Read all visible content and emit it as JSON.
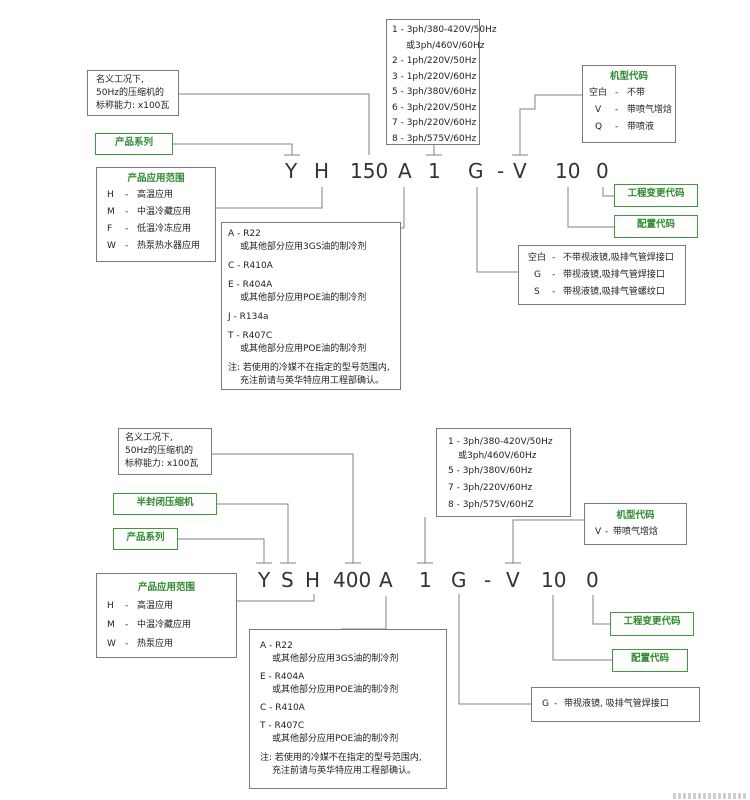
{
  "d1": {
    "capacity_note": [
      "名义工况下,",
      "50Hz的压缩机的",
      "标称能力: x100瓦"
    ],
    "series_label": "产品系列",
    "app": {
      "title": "产品应用范围",
      "items": [
        [
          "H",
          "-",
          "高温应用"
        ],
        [
          "M",
          "-",
          "中温冷藏应用"
        ],
        [
          "F",
          "-",
          "低温冷冻应用"
        ],
        [
          "W",
          "-",
          "热泵热水器应用"
        ]
      ]
    },
    "voltage": [
      "1 - 3ph/380-420V/50Hz",
      "或3ph/460V/60Hz",
      "2 - 1ph/220V/50Hz",
      "3 - 1ph/220V/60Hz",
      "5 - 3ph/380V/60Hz",
      "6 - 3ph/220V/50Hz",
      "7 - 3ph/220V/60Hz",
      "8 - 3ph/575V/60Hz"
    ],
    "model": {
      "title": "机型代码",
      "items": [
        [
          "空白",
          "-",
          "不带"
        ],
        [
          "V",
          "-",
          "带喷气增焓"
        ],
        [
          "Q",
          "-",
          "带喷液"
        ]
      ]
    },
    "code": [
      "Y",
      "H",
      "150",
      "A",
      "1",
      "G",
      "-",
      "V",
      "10",
      "0"
    ],
    "eng_label": "工程变更代码",
    "config_label": "配置代码",
    "config": [
      [
        "空白",
        "-",
        "不带视液镜,吸排气管焊接口"
      ],
      [
        "G",
        "-",
        "带视液镜,吸排气管焊接口"
      ],
      [
        "S",
        "-",
        "带视液镜,吸排气管螺纹口"
      ]
    ],
    "refrig": [
      "A - R22",
      "或其他部分应用3GS油的制冷剂",
      "C - R410A",
      "E - R404A",
      "或其他部分应用POE油的制冷剂",
      "J - R134a",
      "T - R407C",
      "或其他部分应用POE油的制冷剂",
      "注: 若使用的冷媒不在指定的型号范围内,",
      "充注前请与英华特应用工程部确认。"
    ]
  },
  "d2": {
    "capacity_note": [
      "名义工况下,",
      "50Hz的压缩机的",
      "标称能力: x100瓦"
    ],
    "semi_label": "半封闭压缩机",
    "series_label": "产品系列",
    "app": {
      "title": "产品应用范围",
      "items": [
        [
          "H",
          "-",
          "高温应用"
        ],
        [
          "M",
          "-",
          "中温冷藏应用"
        ],
        [
          "W",
          "-",
          "热泵应用"
        ]
      ]
    },
    "voltage": [
      "1 - 3ph/380-420V/50Hz",
      "或3ph/460V/60Hz",
      "5 - 3ph/380V/60Hz",
      "7 - 3ph/220V/60Hz",
      "8 - 3ph/575V/60HZ"
    ],
    "model": {
      "title": "机型代码",
      "items": [
        [
          "V",
          "-",
          "带喷气增焓"
        ]
      ]
    },
    "code": [
      "Y",
      "S",
      "H",
      "400",
      "A",
      "1",
      "G",
      "-",
      "V",
      "10",
      "0"
    ],
    "eng_label": "工程变更代码",
    "config_label": "配置代码",
    "config": [
      [
        "G",
        "-",
        "带视液镜, 吸排气管焊接口"
      ]
    ],
    "refrig": [
      "A - R22",
      "或其他部分应用3GS油的制冷剂",
      "E - R404A",
      "或其他部分应用POE油的制冷剂",
      "C - R410A",
      "T - R407C",
      "或其他部分应用POE油的制冷剂",
      "注: 若使用的冷媒不在指定的型号范围内,",
      "充注前请与英华特应用工程部确认。"
    ]
  }
}
